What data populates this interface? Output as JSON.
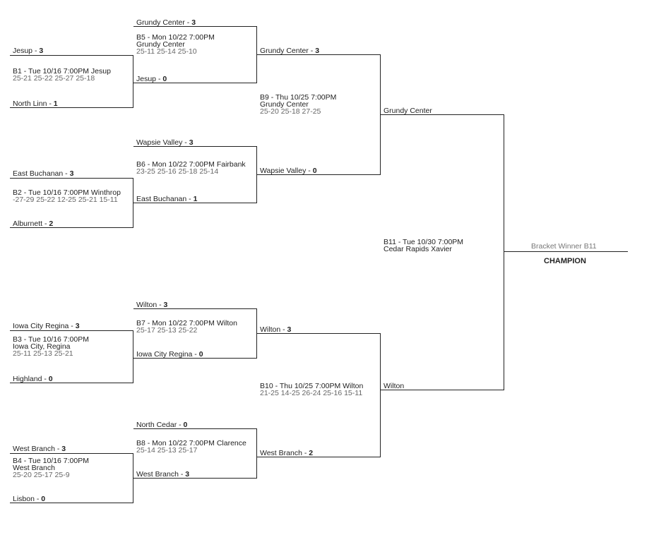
{
  "round1": [
    {
      "top_team": "Jesup",
      "top_score": "3",
      "bottom_team": "North Linn",
      "bottom_score": "1",
      "line1": "B1 - Tue 10/16 7:00PM Jesup",
      "line2": "",
      "scores": "25-21 25-22 25-27 25-18"
    },
    {
      "top_team": "East Buchanan",
      "top_score": "3",
      "bottom_team": "Alburnett",
      "bottom_score": "2",
      "line1": "B2 - Tue 10/16 7:00PM Winthrop",
      "line2": "",
      "scores": "-27-29 25-22 12-25 25-21 15-11"
    },
    {
      "top_team": "Iowa City Regina",
      "top_score": "3",
      "bottom_team": "Highland",
      "bottom_score": "0",
      "line1": "B3 - Tue 10/16 7:00PM",
      "line2": "Iowa City, Regina",
      "scores": "25-11 25-13 25-21"
    },
    {
      "top_team": "West Branch",
      "top_score": "3",
      "bottom_team": "Lisbon",
      "bottom_score": "0",
      "line1": "B4 - Tue 10/16 7:00PM",
      "line2": "West Branch",
      "scores": "25-20 25-17 25-9"
    }
  ],
  "round2": [
    {
      "top_team": "Grundy Center",
      "top_score": "3",
      "bottom_team": "Jesup",
      "bottom_score": "0",
      "line1": "B5 - Mon 10/22 7:00PM",
      "line2": "Grundy Center",
      "scores": "25-11 25-14 25-10"
    },
    {
      "top_team": "Wapsie Valley",
      "top_score": "3",
      "bottom_team": "East Buchanan",
      "bottom_score": "1",
      "line1": "B6 - Mon 10/22 7:00PM Fairbank",
      "line2": "",
      "scores": "23-25 25-16 25-18 25-14"
    },
    {
      "top_team": "Wilton",
      "top_score": "3",
      "bottom_team": "Iowa City Regina",
      "bottom_score": "0",
      "line1": "B7 - Mon 10/22 7:00PM Wilton",
      "line2": "",
      "scores": "25-17 25-13 25-22"
    },
    {
      "top_team": "North Cedar",
      "top_score": "0",
      "bottom_team": "West Branch",
      "bottom_score": "3",
      "line1": "B8 - Mon 10/22 7:00PM Clarence",
      "line2": "",
      "scores": "25-14 25-13 25-17"
    }
  ],
  "round3": [
    {
      "top_team": "Grundy Center",
      "top_score": "3",
      "bottom_team": "Wapsie Valley",
      "bottom_score": "0",
      "line1": "B9 - Thu 10/25 7:00PM",
      "line2": "Grundy Center",
      "scores": "25-20 25-18 27-25"
    },
    {
      "top_team": "Wilton",
      "top_score": "3",
      "bottom_team": "West Branch",
      "bottom_score": "2",
      "line1": "B10 - Thu 10/25 7:00PM Wilton",
      "line2": "",
      "scores": "21-25 14-25 26-24 25-16 15-11"
    }
  ],
  "final": {
    "top_team": "Grundy Center",
    "bottom_team": "Wilton",
    "line1": "B11 - Tue 10/30 7:00PM",
    "line2": "Cedar Rapids Xavier"
  },
  "winner": {
    "label": "Bracket Winner B11",
    "champion": "CHAMPION"
  }
}
